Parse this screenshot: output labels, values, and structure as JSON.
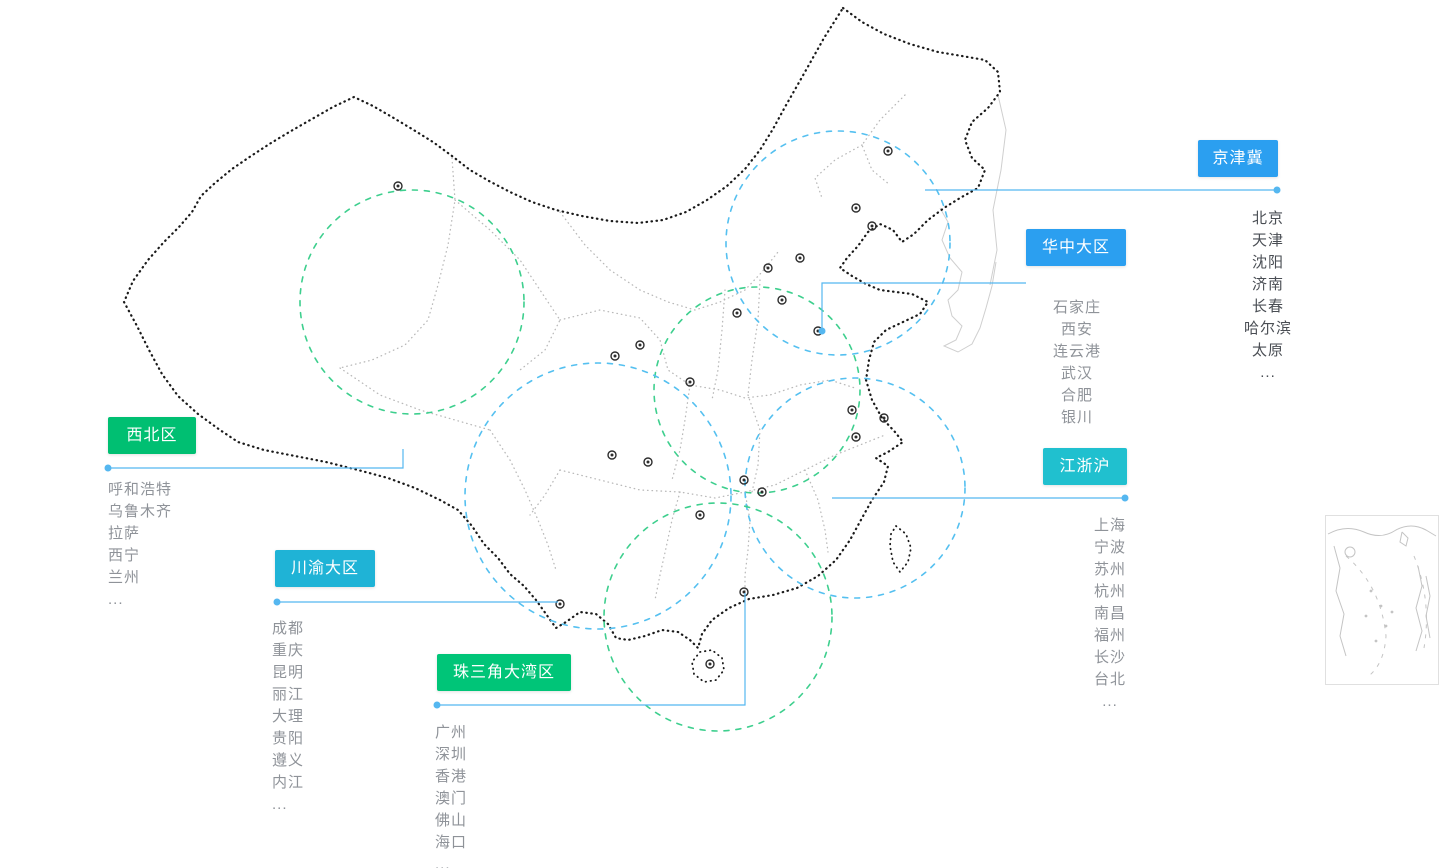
{
  "page": {
    "background": "#ffffff"
  },
  "colors": {
    "connector_blue": "#55b7f0",
    "coverage_circle_blue": "#55c0f0",
    "coverage_circle_green": "#3ecf8e",
    "map_outline": "#1a1a1a",
    "province_border_gray": "#b9b9b9",
    "city_text_gray": "#8f9399",
    "city_text_dark": "#4a4e54"
  },
  "regions": [
    {
      "id": "jingjinji",
      "label": "京津冀",
      "color": "#2b9ff0",
      "cities": [
        "北京",
        "天津",
        "沈阳",
        "济南",
        "长春",
        "哈尔滨",
        "太原",
        "..."
      ]
    },
    {
      "id": "huazhong",
      "label": "华中大区",
      "color": "#2b9ff0",
      "cities": [
        "石家庄",
        "西安",
        "连云港",
        "武汉",
        "合肥",
        "银川"
      ]
    },
    {
      "id": "xibei",
      "label": "西北区",
      "color": "#00bf72",
      "cities": [
        "呼和浩特",
        "乌鲁木齐",
        "拉萨",
        "西宁",
        "兰州",
        "..."
      ]
    },
    {
      "id": "jiangzhehu",
      "label": "江浙沪",
      "color": "#20c0cf",
      "cities": [
        "上海",
        "宁波",
        "苏州",
        "杭州",
        "南昌",
        "福州",
        "长沙",
        "台北",
        "..."
      ]
    },
    {
      "id": "chuanyu",
      "label": "川渝大区",
      "color": "#1fb3d6",
      "cities": [
        "成都",
        "重庆",
        "昆明",
        "丽江",
        "大理",
        "贵阳",
        "遵义",
        "内江",
        "..."
      ]
    },
    {
      "id": "zhusanjiao",
      "label": "珠三角大湾区",
      "color": "#00c578",
      "cities": [
        "广州",
        "深圳",
        "香港",
        "澳门",
        "佛山",
        "海口",
        "..."
      ]
    }
  ]
}
